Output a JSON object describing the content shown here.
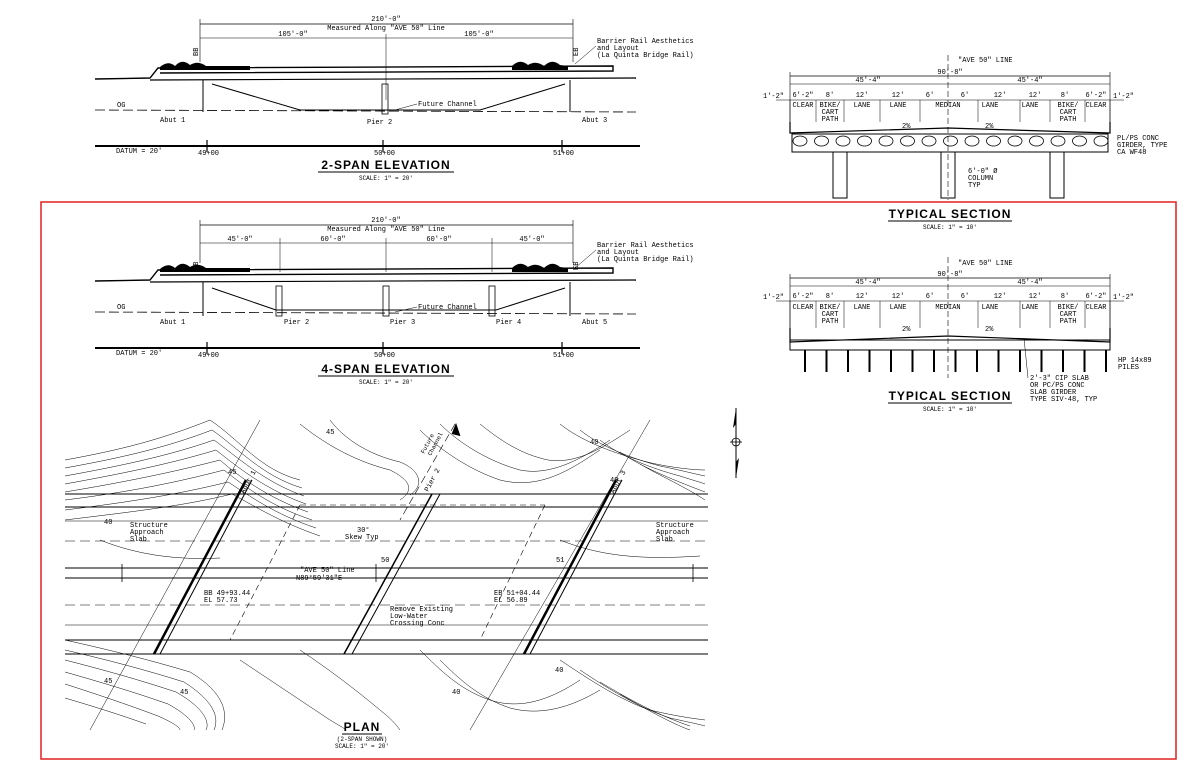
{
  "colors": {
    "ink": "#000000",
    "frame": "#e02020",
    "paper": "#ffffff"
  },
  "e2": {
    "overall": "210'-0\"",
    "measured": "Measured Along \"AVE 50\" Line",
    "half_left": "105'-0\"",
    "half_right": "105'-0\"",
    "bb": "BB",
    "eb": "EB",
    "barrier": [
      "Barrier Rail Aesthetics",
      "and Layout",
      "(La Quinta Bridge Rail)"
    ],
    "og": "OG",
    "abut_left": "Abut 1",
    "abut_right": "Abut 3",
    "pier": "Pier 2",
    "channel": "Future Channel",
    "datum": "DATUM = 20'",
    "sta": [
      "49+00",
      "50+00",
      "51+00"
    ],
    "title": "2-SPAN ELEVATION",
    "scale": "SCALE: 1\" = 20'"
  },
  "e4": {
    "overall": "210'-0\"",
    "measured": "Measured Along \"AVE 50\" Line",
    "spans": [
      "45'-0\"",
      "60'-0\"",
      "60'-0\"",
      "45'-0\""
    ],
    "bb": "BB",
    "eb": "EB",
    "barrier": [
      "Barrier Rail Aesthetics",
      "and Layout",
      "(La Quinta Bridge Rail)"
    ],
    "og": "OG",
    "abut_left": "Abut 1",
    "abut_right": "Abut 5",
    "piers": [
      "Pier 2",
      "Pier 3",
      "Pier 4"
    ],
    "channel": "Future Channel",
    "datum": "DATUM = 20'",
    "sta": [
      "49+00",
      "50+00",
      "51+00"
    ],
    "title": "4-SPAN ELEVATION",
    "scale": "SCALE: 1\" = 20'"
  },
  "s1": {
    "cl": "\"AVE 50\" LINE",
    "overall": "90'-8\"",
    "halves": [
      "45'-4\"",
      "45'-4\""
    ],
    "ends": [
      "1'-2\"",
      "1'-2\""
    ],
    "dims": [
      "6'-2\"",
      "8'",
      "12'",
      "12'",
      "6'",
      "6'",
      "12'",
      "12'",
      "8'",
      "6'-2\""
    ],
    "lanes": [
      "CLEAR",
      "BIKE/ CART PATH",
      "LANE",
      "LANE",
      "MEDIAN",
      "LANE",
      "LANE",
      "BIKE/ CART PATH",
      "CLEAR"
    ],
    "slopes": [
      "2%",
      "2%"
    ],
    "girder": [
      "PL/PS CONC",
      "GIRDER, TYPE",
      "CA WF48"
    ],
    "column": [
      "6'-0\" Ø",
      "COLUMN",
      "TYP"
    ],
    "title": "TYPICAL SECTION",
    "scale": "SCALE: 1\" = 10'"
  },
  "s2": {
    "cl": "\"AVE 50\" LINE",
    "overall": "90'-8\"",
    "halves": [
      "45'-4\"",
      "45'-4\""
    ],
    "ends": [
      "1'-2\"",
      "1'-2\""
    ],
    "dims": [
      "6'-2\"",
      "8'",
      "12'",
      "12'",
      "6'",
      "6'",
      "12'",
      "12'",
      "8'",
      "6'-2\""
    ],
    "lanes": [
      "CLEAR",
      "BIKE/ CART PATH",
      "LANE",
      "LANE",
      "MEDIAN",
      "LANE",
      "LANE",
      "BIKE/ CART PATH",
      "CLEAR"
    ],
    "slopes": [
      "2%",
      "2%"
    ],
    "piles": [
      "HP 14x89",
      "PILES"
    ],
    "slab": [
      "2'-3\" CIP SLAB",
      "OR PC/PS CONC",
      "SLAB GIRDER",
      "TYPE SIV-48, TYP"
    ],
    "title": "TYPICAL SECTION",
    "scale": "SCALE: 1\" = 10'"
  },
  "plan": {
    "contours": [
      "45",
      "40",
      "40",
      "45",
      "40",
      "45",
      "40",
      "45",
      "40"
    ],
    "struct_left": [
      "Structure",
      "Approach",
      "Slab"
    ],
    "struct_right": [
      "Structure",
      "Approach",
      "Slab"
    ],
    "skew": [
      "30°",
      "Skew Typ"
    ],
    "cl_label": [
      "\"AVE 50\" Line",
      "N89°59'31\"E"
    ],
    "bb": [
      "BB 49+93.44",
      "EL 57.73"
    ],
    "eb": [
      "EB 51+04.44",
      "EL 56.89"
    ],
    "remove": [
      "Remove Existing",
      "Low-Water",
      "Crossing Conc"
    ],
    "sta": [
      "50",
      "51"
    ],
    "abut_labels": [
      "Abut 1",
      "Pier 2",
      "Abut 3"
    ],
    "channel": [
      "Future",
      "Channel"
    ],
    "title": "PLAN",
    "subtitle": "(2-SPAN SHOWN)",
    "scale": "SCALE: 1\" = 20'"
  }
}
